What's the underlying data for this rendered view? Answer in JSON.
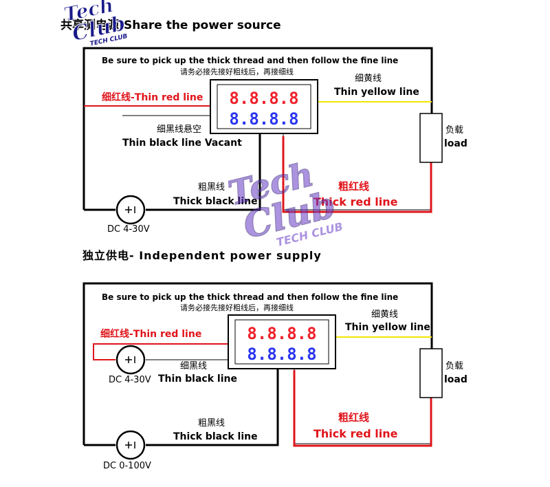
{
  "colors": {
    "wire_black": "#000000",
    "wire_red": "#e0141a",
    "wire_thin_red": "#e0141a",
    "wire_yellow": "#f2e600",
    "display_red": "#f0202a",
    "display_blue": "#2a35f0",
    "watermark": "#6a3cc8"
  },
  "watermark": {
    "line1": "Tech",
    "line2": "Club",
    "caption": "TECH CLUB"
  },
  "top": {
    "heading": "共享测电源-Share the power source",
    "instruction_en": "Be sure to pick up the thick thread and then follow the fine line",
    "instruction_cn": "请务必接先接好粗线后，再接细线",
    "display_top": "8.8.8.8",
    "display_bottom": "8.8.8.8",
    "thin_red_label": "细红线-Thin red line",
    "thin_black_cn": "细黑线悬空",
    "thin_black_en": "Thin black line Vacant",
    "yellow_cn": "细黄线",
    "yellow_en": "Thin yellow line",
    "load_cn": "负载",
    "load_en": "load",
    "thick_red_cn": "粗红线",
    "thick_red_en": "Thick red line",
    "thick_black_cn": "粗黑线",
    "thick_black_en": "Thick black line",
    "source_label": "DC 4-30V"
  },
  "bottom": {
    "heading": "独立供电- Independent power supply",
    "instruction_en": "Be sure to pick up the thick thread and then follow the fine line",
    "instruction_cn": "请务必接先接好粗线后，再接细线",
    "display_top": "8.8.8.8",
    "display_bottom": "8.8.8.8",
    "thin_red_label": "细红线-Thin red line",
    "thin_black_cn": "细黑线",
    "thin_black_en": "Thin black line",
    "source1_label": "DC 4-30V",
    "yellow_cn": "细黄线",
    "yellow_en": "Thin yellow line",
    "load_cn": "负载",
    "load_en": "load",
    "thick_red_cn": "粗红线",
    "thick_red_en": "Thick red line",
    "thick_black_cn": "粗黑线",
    "thick_black_en": "Thick black line",
    "source2_label": "DC 0-100V"
  }
}
